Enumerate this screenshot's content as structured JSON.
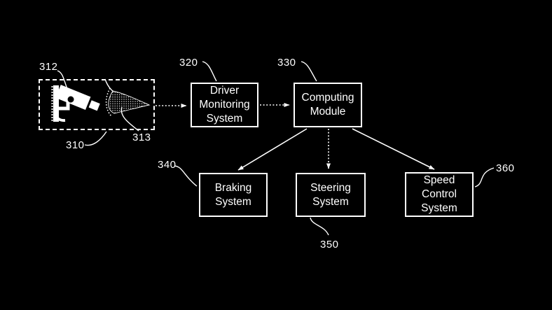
{
  "diagram": {
    "type": "patent-block-diagram",
    "background_color": "#000000",
    "line_color": "#ffffff",
    "sensor_unit": {
      "ref": "310",
      "border_style": "dashed",
      "camera": {
        "ref": "312",
        "icon": "cctv-camera-icon"
      },
      "eye": {
        "ref": "313",
        "icon": "eye-vision-cone-icon"
      }
    },
    "boxes": {
      "driver_monitoring": {
        "label": "Driver Monitoring System",
        "ref": "320"
      },
      "computing": {
        "label": "Computing Module",
        "ref": "330"
      },
      "braking": {
        "label": "Braking System",
        "ref": "340"
      },
      "steering": {
        "label": "Steering System",
        "ref": "350"
      },
      "speed_control": {
        "label": "Speed Control System",
        "ref": "360"
      }
    },
    "connections": [
      {
        "from": "sensor-unit-310",
        "to": "driver-monitoring-system-320",
        "style": "dotted-arrow"
      },
      {
        "from": "driver-monitoring-system-320",
        "to": "computing-module-330",
        "style": "dotted-arrow"
      },
      {
        "from": "computing-module-330",
        "to": "braking-system-340",
        "style": "solid-arrow"
      },
      {
        "from": "computing-module-330",
        "to": "steering-system-350",
        "style": "dotted-arrow"
      },
      {
        "from": "computing-module-330",
        "to": "speed-control-system-360",
        "style": "solid-arrow"
      }
    ]
  }
}
